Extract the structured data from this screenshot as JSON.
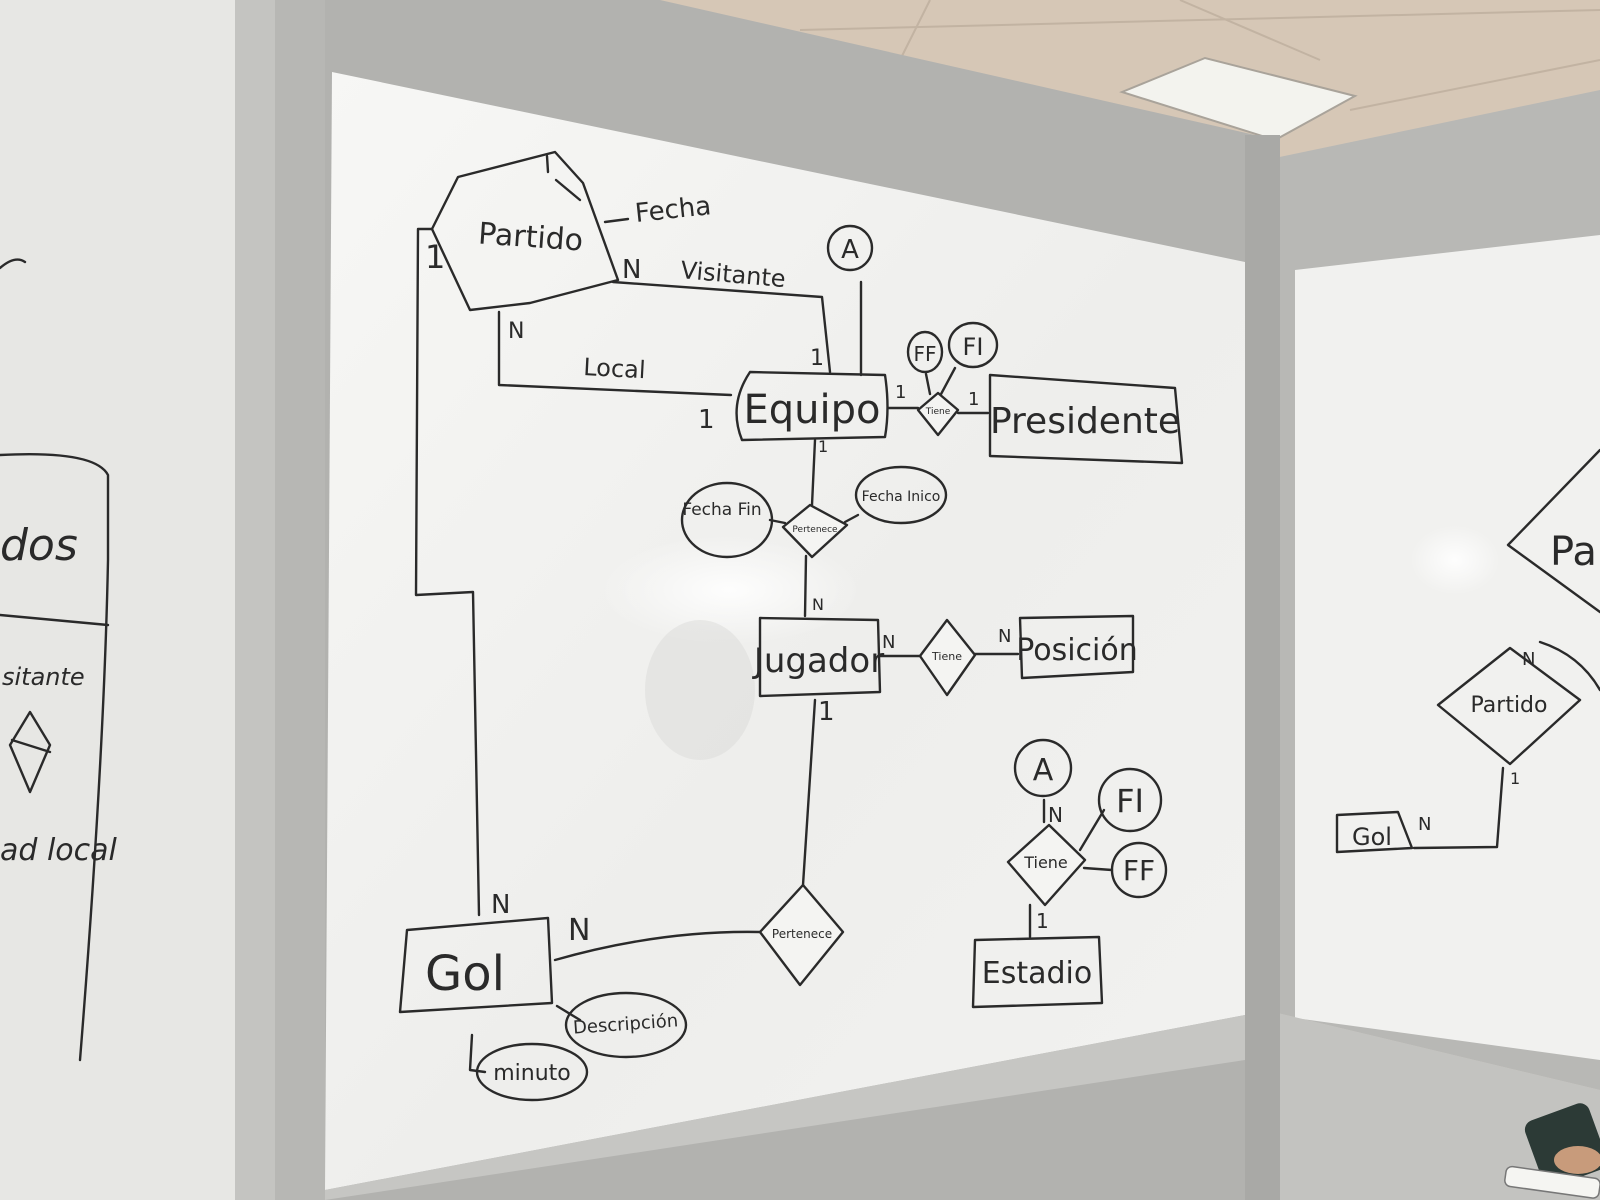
{
  "diagram": {
    "entities": {
      "partido": "Partido",
      "equipo": "Equipo",
      "presidente": "Presidente",
      "jugador": "Jugador",
      "posicion": "Posición",
      "gol": "Gol",
      "estadio": "Estadio"
    },
    "relationships": {
      "tiene_presidente": "Tiene",
      "pertenece_equipo": "Pertenece",
      "tiene_posicion": "Tiene",
      "pertenece_gol": "Pertenece",
      "tiene_estadio": "Tiene"
    },
    "attributes": {
      "fecha": "Fecha",
      "ff_presidente": "FF",
      "fi_presidente": "FI",
      "a_equipo": "A",
      "fecha_fin": "Fecha Fin",
      "fecha_inicio": "Fecha Inico",
      "descripcion": "Descripción",
      "minuto": "minuto",
      "a_estadio": "A",
      "fi_estadio": "FI",
      "ff_estadio": "FF"
    },
    "roles": {
      "visitante": "Visitante",
      "local": "Local"
    },
    "cardinalities": {
      "partido_gol": "1",
      "partido_visitante": "N",
      "partido_local": "N",
      "equipo_visitante": "1",
      "equipo_gol": "1",
      "equipo_tiene": "1",
      "presidente_tiene": "1",
      "equipo_pertenece": "1",
      "jugador_pertenece": "N",
      "jugador_tiene": "N",
      "posicion_tiene": "N",
      "jugador_gol": "1",
      "gol_partido": "N",
      "gol_pertenece": "N",
      "estadio_a": "N",
      "estadio_tiene": "1"
    }
  },
  "left_board": {
    "fragments": [
      "dos",
      "sitante",
      "ad local"
    ]
  },
  "right_board": {
    "entity_gol": "Gol",
    "relationship_partido": "Partido",
    "card_n_gol": "N",
    "card_1_partido": "1",
    "card_n_top": "N",
    "partial_label": "Pa"
  },
  "colors": {
    "board": "#f4f4f2",
    "frame": "#b9b9b6",
    "ink": "#2a2a2a",
    "ceiling": "#d9c9b8"
  }
}
